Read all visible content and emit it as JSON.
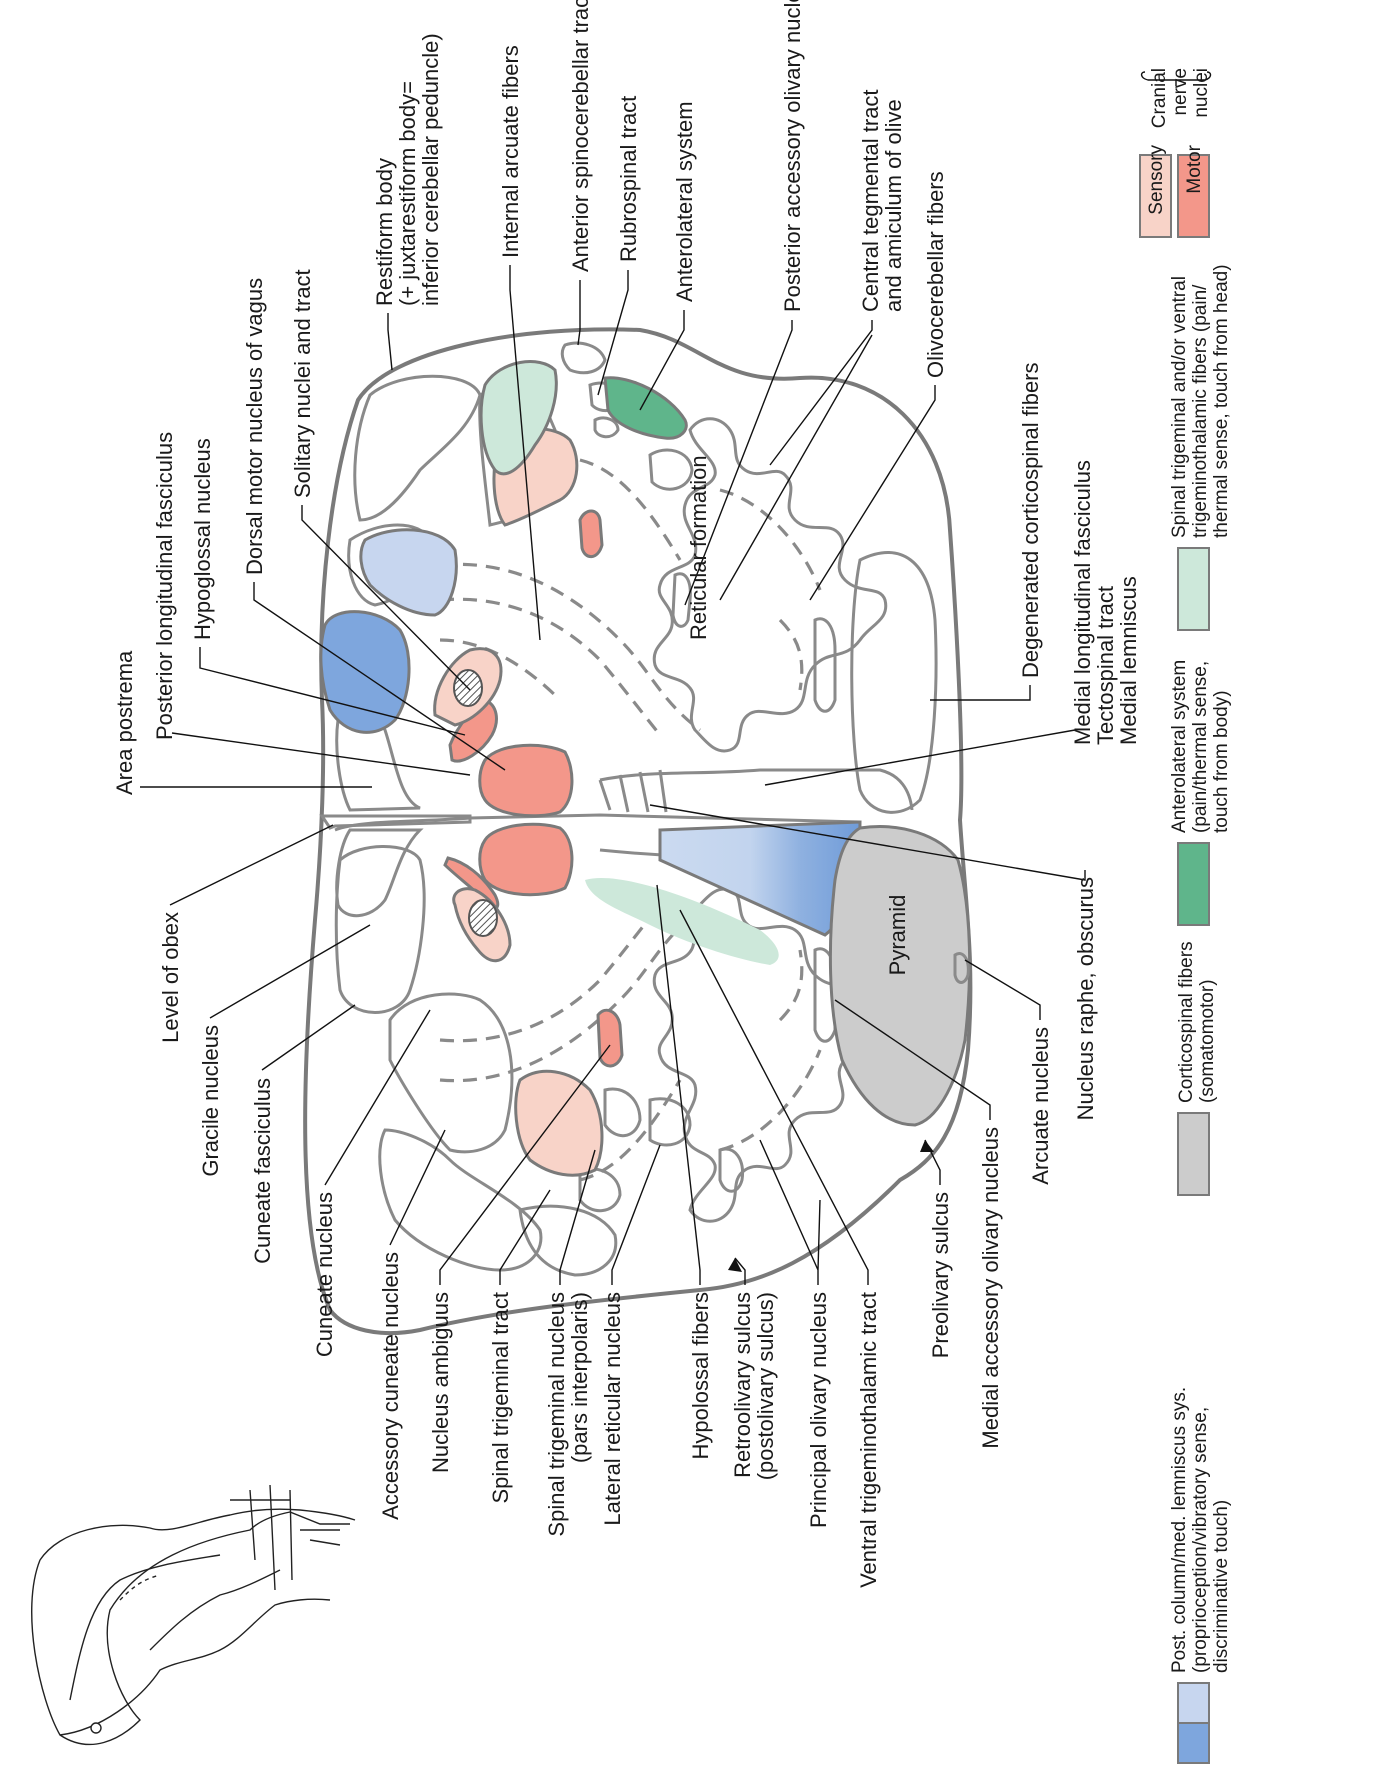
{
  "colors": {
    "sensory_nucleus": "#f8d3c8",
    "motor_nucleus": "#f3978a",
    "anterolateral_body": "#5fb58b",
    "anterolateral_head": "#cde8da",
    "post_column_light": "#c7d6ef",
    "post_column_dark": "#7ea6dd",
    "corticospinal": "#cccccc",
    "outline": "#7a7a7a"
  },
  "diagram": {
    "pyramid_label": "Pyramid"
  },
  "labels": {
    "area_postrema": "Area postrema",
    "posterior_longitudinal_fasciculus": "Posterior longitudinal fasciculus",
    "hypoglossal_nucleus": "Hypoglossal nucleus",
    "dorsal_motor_nucleus_vagus": "Dorsal motor nucleus of vagus",
    "solitary_nuclei": "Solitary nuclei and tract",
    "restiform_1": "Restiform body",
    "restiform_2": "(+ juxtarestiform body=",
    "restiform_3": "inferior cerebellar peduncle)",
    "internal_arcuate": "Internal arcuate fibers",
    "anterior_spinocerebellar": "Anterior spinocerebellar tract",
    "rubrospinal": "Rubrospinal tract",
    "anterolateral_system": "Anterolateral system",
    "reticular_formation": "Reticular formation",
    "posterior_accessory_olivary": "Posterior accessory olivary nucleus",
    "central_tegmental_1": "Central tegmental tract",
    "central_tegmental_2": "and amiculum of olive",
    "olivocerebellar": "Olivocerebellar fibers",
    "degenerated_corticospinal": "Degenerated corticospinal fibers",
    "medial_longitudinal": "Medial longitudinal fasciculus",
    "tectospinal": "Tectospinal tract",
    "medial_lemniscus": "Medial lemniscus",
    "level_of_obex": "Level of obex",
    "gracile_nucleus": "Gracile nucleus",
    "cuneate_fasciculus": "Cuneate fasciculus",
    "cuneate_nucleus": "Cuneate nucleus",
    "accessory_cuneate": "Accessory cuneate nucleus",
    "nucleus_ambiguus": "Nucleus ambiguus",
    "spinal_trigeminal_tract": "Spinal trigeminal tract",
    "spinal_trigeminal_nucleus_1": "Spinal trigeminal nucleus",
    "spinal_trigeminal_nucleus_2": "(pars interpolaris)",
    "lateral_reticular": "Lateral reticular nucleus",
    "hypolossal_fibers": "Hypolossal fibers",
    "retroolivary_1": "Retroolivary sulcus",
    "retroolivary_2": "(postolivary sulcus)",
    "principal_olivary": "Principal olivary nucleus",
    "ventral_trigeminothalamic": "Ventral trigeminothalamic tract",
    "preolivary_sulcus": "Preolivary sulcus",
    "medial_accessory_olivary": "Medial accessory olivary nucleus",
    "arcuate_nucleus": "Arcuate nucleus",
    "nucleus_raphe": "Nucleus raphe, obscurus"
  },
  "legend": {
    "post_column": [
      "Post. column/med. lemniscus sys.",
      "(proprioception/vibratory sense,",
      "discriminative touch)"
    ],
    "corticospinal": [
      "Corticospinal fibers",
      "(somatomotor)"
    ],
    "anterolateral": [
      "Anterolateral system",
      "(pain/thermal sense,",
      "touch from body)"
    ],
    "trigeminal": [
      "Spinal trigeminal and/or ventral",
      "trigeminothalamic fibers (pain/",
      "thermal sense, touch from head)"
    ],
    "sensory": "Sensory",
    "motor": "Motor",
    "cranial_1": "Cranial",
    "cranial_2": "nerve",
    "cranial_3": "nuclei"
  }
}
